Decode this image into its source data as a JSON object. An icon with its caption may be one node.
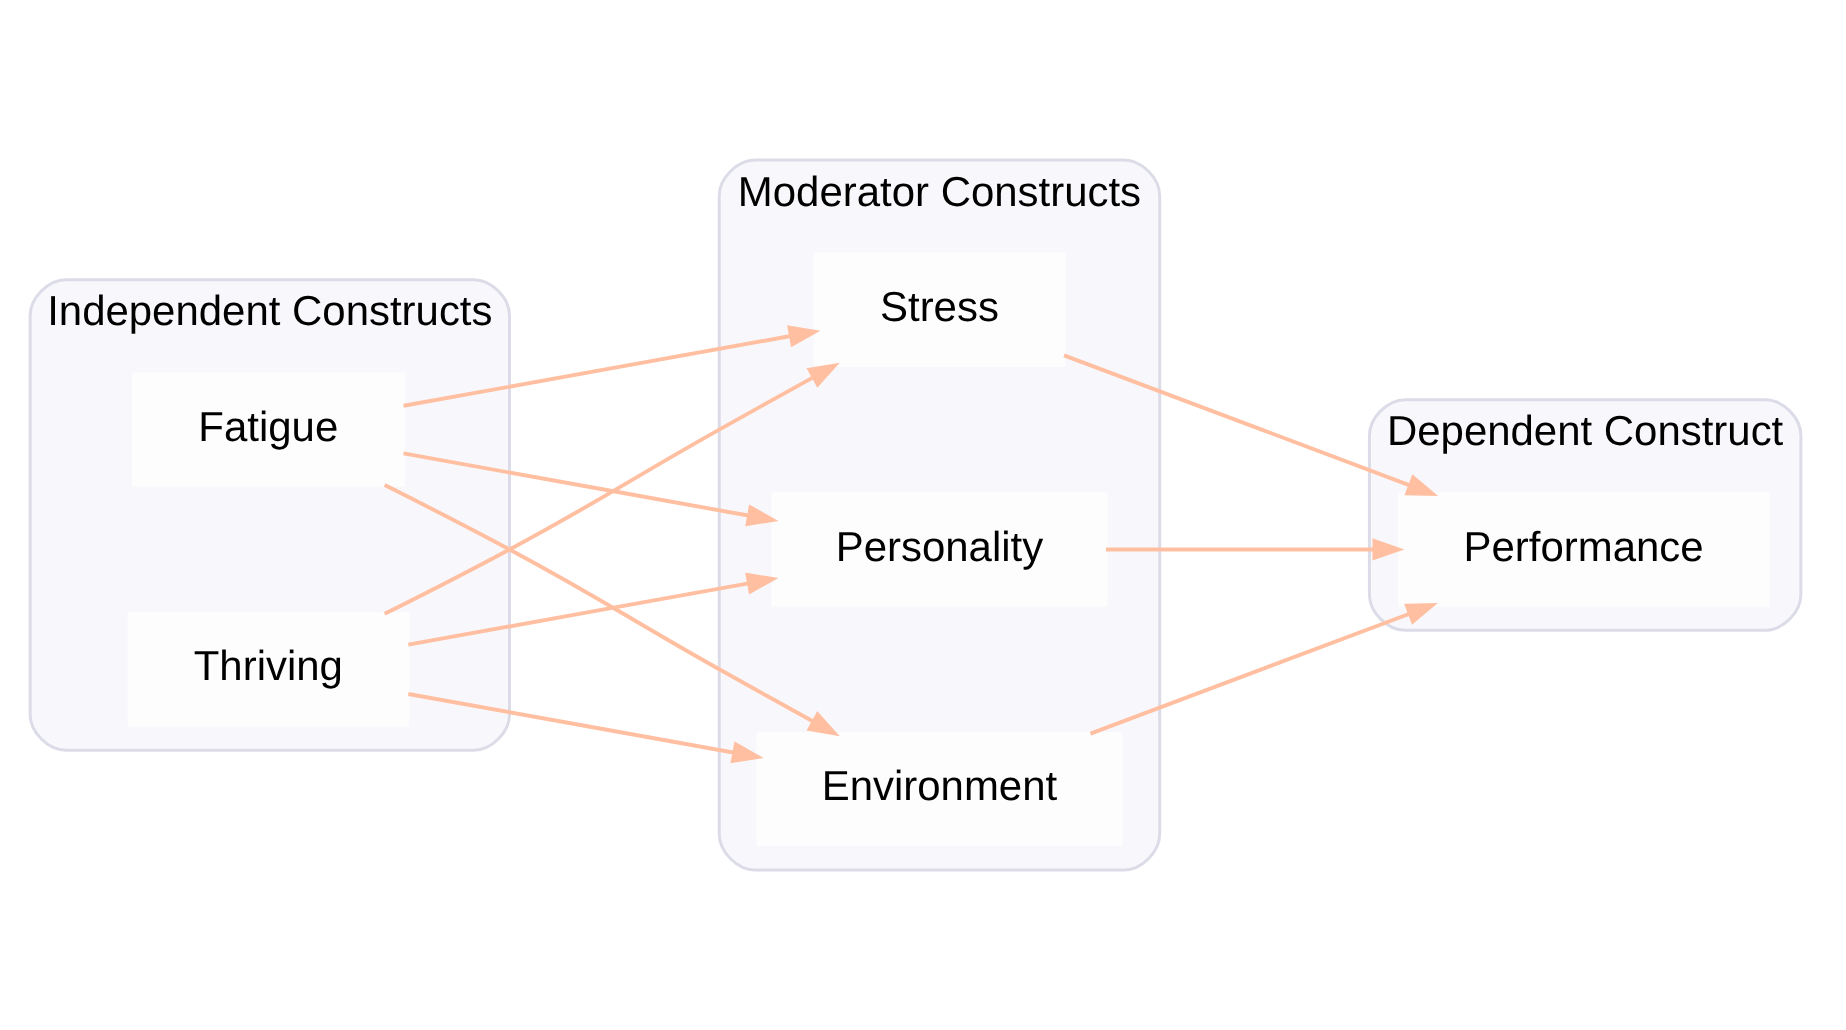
{
  "diagram": {
    "nodes": [
      {
        "text": [
          "Independent Constructs"
        ]
      },
      {
        "text": [
          "Fatigue"
        ],
        "in": 0
      },
      {
        "text": [
          "Thriving"
        ],
        "in": 0
      },
      {
        "text": [
          "Moderator Constructs"
        ]
      },
      {
        "text": [
          "Environment"
        ],
        "in": 3
      },
      {
        "text": [
          "Stress"
        ],
        "in": 3
      },
      {
        "text": [
          "Personality"
        ],
        "in": 3
      },
      {
        "text": [
          "Dependent Construct"
        ]
      },
      {
        "text": [
          "Performance"
        ],
        "in": 7
      }
    ],
    "edges": [
      {
        "from": 1,
        "to": 4,
        "arrow": "to"
      },
      {
        "from": 1,
        "to": 5,
        "arrow": "to"
      },
      {
        "from": 1,
        "to": 6,
        "arrow": "to"
      },
      {
        "from": 2,
        "to": 4,
        "arrow": "to"
      },
      {
        "from": 2,
        "to": 5,
        "arrow": "to"
      },
      {
        "from": 2,
        "to": 6,
        "arrow": "to"
      },
      {
        "from": 4,
        "to": 8,
        "arrow": "to"
      },
      {
        "from": 5,
        "to": 8,
        "arrow": "to"
      },
      {
        "from": 6,
        "to": 8,
        "arrow": "to"
      }
    ]
  }
}
